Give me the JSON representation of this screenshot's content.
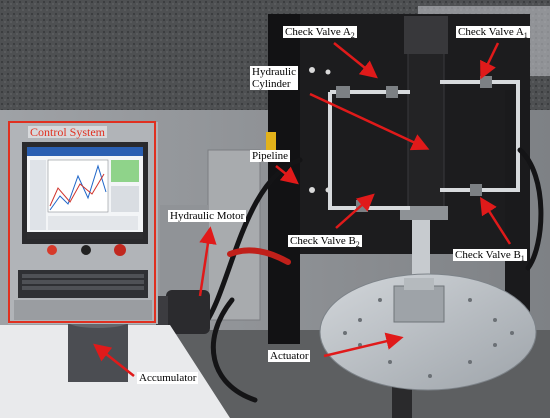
{
  "labels": {
    "check_valve_a2": {
      "text": "Check Valve A",
      "sub": "2"
    },
    "check_valve_a1": {
      "text": "Check Valve A",
      "sub": "1"
    },
    "hydraulic_cylinder_line1": "Hydraulic",
    "hydraulic_cylinder_line2": "Cylinder",
    "control_system": "Control System",
    "pipeline": "Pipeline",
    "hydraulic_motor": "Hydraulic Motor",
    "check_valve_b2": {
      "text": "Check Valve B",
      "sub": "2"
    },
    "check_valve_b1": {
      "text": "Check Valve B",
      "sub": "1"
    },
    "actuator": "Actuator",
    "accumulator": "Accumulator"
  },
  "colors": {
    "arrow": "#e01a1a",
    "highlight_box": "#e03020",
    "label_background": "#ffffff",
    "machine_frame": "#1c1c1e",
    "turntable": "#b9bec4"
  }
}
